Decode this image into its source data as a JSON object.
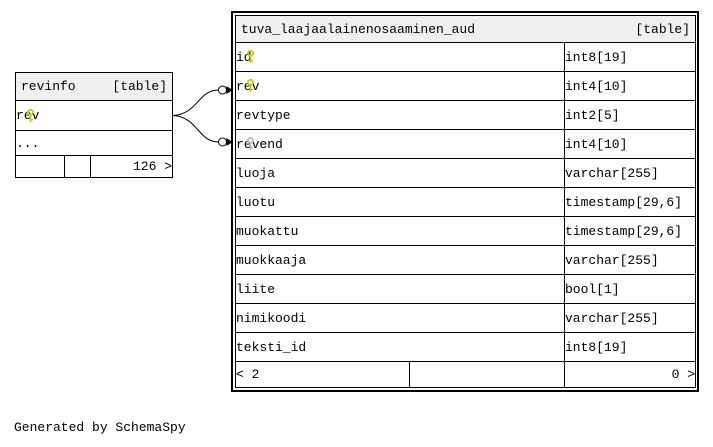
{
  "caption": "Generated by SchemaSpy",
  "colors": {
    "primary_key": "#cbcb00",
    "foreign_key": "#bdbdbd",
    "header_bg": "#f0f0f0",
    "line": "#000000"
  },
  "main_table": {
    "title": "tuva_laajaalainenosaaminen_aud",
    "badge": "[table]",
    "columns": [
      {
        "name": "id",
        "type": "int8[19]",
        "key": "primary"
      },
      {
        "name": "rev",
        "type": "int4[10]",
        "key": "primary"
      },
      {
        "name": "revtype",
        "type": "int2[5]",
        "key": "none"
      },
      {
        "name": "revend",
        "type": "int4[10]",
        "key": "foreign"
      },
      {
        "name": "luoja",
        "type": "varchar[255]",
        "key": "none"
      },
      {
        "name": "luotu",
        "type": "timestamp[29,6]",
        "key": "none"
      },
      {
        "name": "muokattu",
        "type": "timestamp[29,6]",
        "key": "none"
      },
      {
        "name": "muokkaaja",
        "type": "varchar[255]",
        "key": "none"
      },
      {
        "name": "liite",
        "type": "bool[1]",
        "key": "none"
      },
      {
        "name": "nimikoodi",
        "type": "varchar[255]",
        "key": "none"
      },
      {
        "name": "teksti_id",
        "type": "int8[19]",
        "key": "none"
      }
    ],
    "footer": {
      "left": "< 2",
      "middle": "",
      "right": "0 >"
    }
  },
  "related_table": {
    "title": "revinfo",
    "badge": "[table]",
    "columns": [
      {
        "name": "rev",
        "key": "primary"
      }
    ],
    "ellipsis": "...",
    "footer": {
      "left": "",
      "middle": "",
      "right": "126 >"
    }
  }
}
